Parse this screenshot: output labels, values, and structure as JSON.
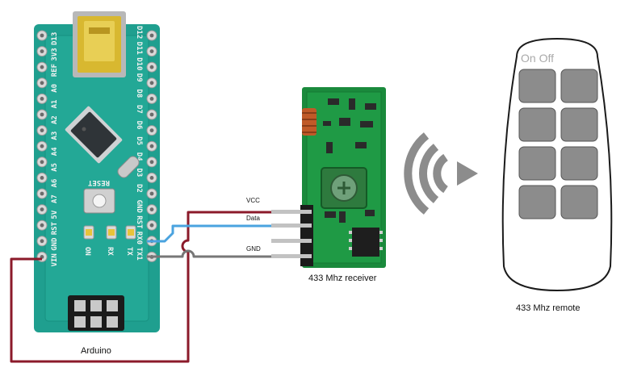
{
  "arduino": {
    "label": "Arduino",
    "top_pins": [
      "D12",
      "D11",
      "D10",
      "D9",
      "D8",
      "D7",
      "D6",
      "D5",
      "D4",
      "D3",
      "D2",
      "GND",
      "RST",
      "RX0",
      "TX1"
    ],
    "bottom_pins": [
      "D13",
      "3V3",
      "REF",
      "A0",
      "A1",
      "A2",
      "A3",
      "A4",
      "A5",
      "A6",
      "A7",
      "5V",
      "RST",
      "GND",
      "VIN"
    ],
    "button_label": "RESET",
    "led_labels": [
      "ON",
      "RX",
      "TX"
    ]
  },
  "receiver": {
    "label": "433 Mhz receiver",
    "pins": [
      "VCC",
      "Data",
      "",
      "GND"
    ]
  },
  "remote": {
    "label": "433 Mhz remote",
    "header": "On Off",
    "button_rows": 4,
    "button_cols": 2
  },
  "wires": {
    "vcc_color": "#8b1a2a",
    "data_color": "#4aa3df",
    "gnd_color": "#777777"
  },
  "colors": {
    "board": "#1f9f8f",
    "board_dark": "#157a6c",
    "chip": "#2f3438",
    "usb": "#d8b830",
    "pcb_green": "#1a8a3c",
    "remote_button": "#8c8c8c",
    "signal": "#8c8c8c"
  }
}
